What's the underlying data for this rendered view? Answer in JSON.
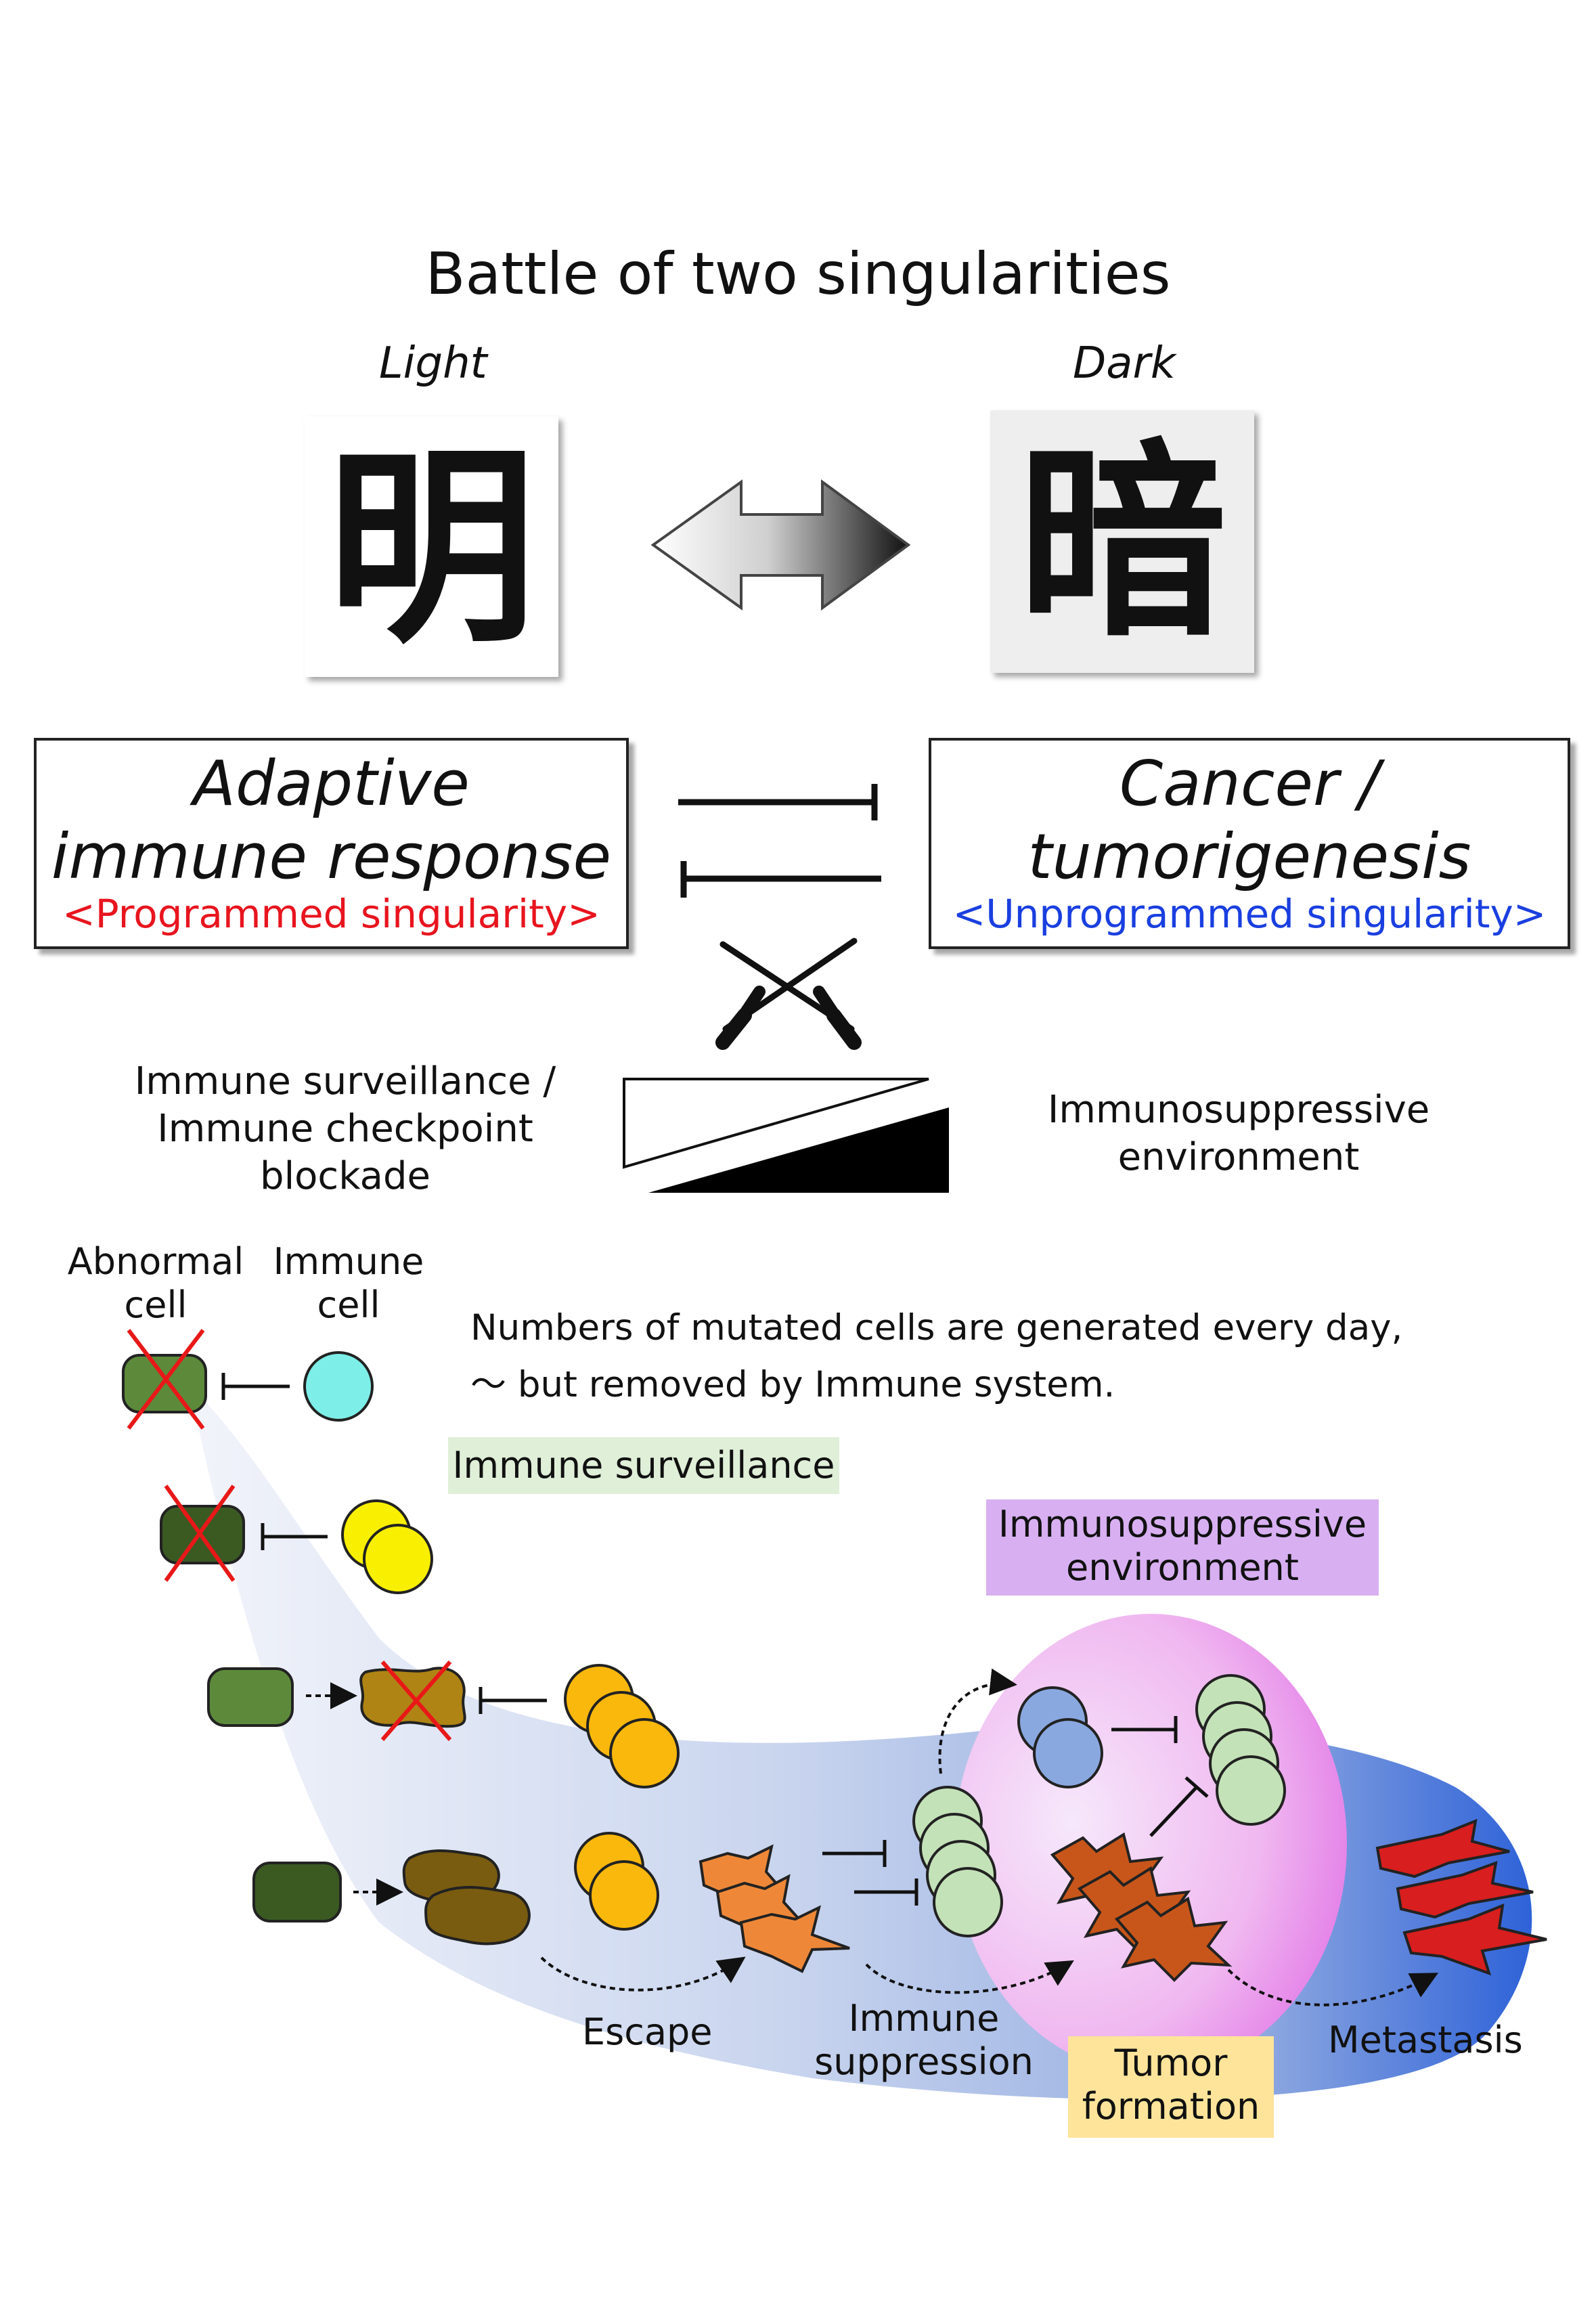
{
  "title": "Battle of two singularities",
  "light_label": "Light",
  "dark_label": "Dark",
  "light_kanji": "明",
  "dark_kanji": "暗",
  "left_box": {
    "line1": "Adaptive",
    "line2": "immune response",
    "subtitle": "<Programmed singularity>",
    "subtitle_color": "#e8141e"
  },
  "right_box": {
    "line1": "Cancer /",
    "line2": "tumorigenesis",
    "subtitle": "<Unprogrammed singularity>",
    "subtitle_color": "#1a3fe0"
  },
  "balance_left": {
    "line1": "Immune surveillance /",
    "line2": "Immune checkpoint",
    "line3": "blockade"
  },
  "balance_right": {
    "line1": "Immunosuppressive",
    "line2": "environment"
  },
  "cell_labels": {
    "abnormal_line1": "Abnormal",
    "abnormal_line2": "cell",
    "immune_line1": "Immune",
    "immune_line2": "cell"
  },
  "note": {
    "line1": "Numbers of mutated cells are generated every day,",
    "line2": "〜 but removed by Immune system."
  },
  "immune_surveillance_label": "Immune surveillance",
  "immunosuppressive_label": {
    "line1": "Immunosuppressive",
    "line2": "environment"
  },
  "stage_labels": {
    "escape": "Escape",
    "immune_suppression_line1": "Immune",
    "immune_suppression_line2": "suppression",
    "tumor_formation_line1": "Tumor",
    "tumor_formation_line2": "formation",
    "metastasis": "Metastasis"
  },
  "colors": {
    "surveillance_bg": "#e0efd8",
    "immunosuppressive_bg": "#d8b0f2",
    "tumor_bg": "#fde49a",
    "abnormal_green": "#5c8a3a",
    "dark_green": "#3a5a22",
    "immune_cyan": "#7eeee8",
    "immune_yellow": "#f8f000",
    "immune_orange": "#fbb80c",
    "light_green": "#c4e2b8",
    "blue_cell": "#8aa8e0",
    "tumor_orange": "#ee8838",
    "tumor_brown": "#c8561a",
    "metastasis_red": "#d81e1e",
    "cross_red": "#e81818"
  }
}
